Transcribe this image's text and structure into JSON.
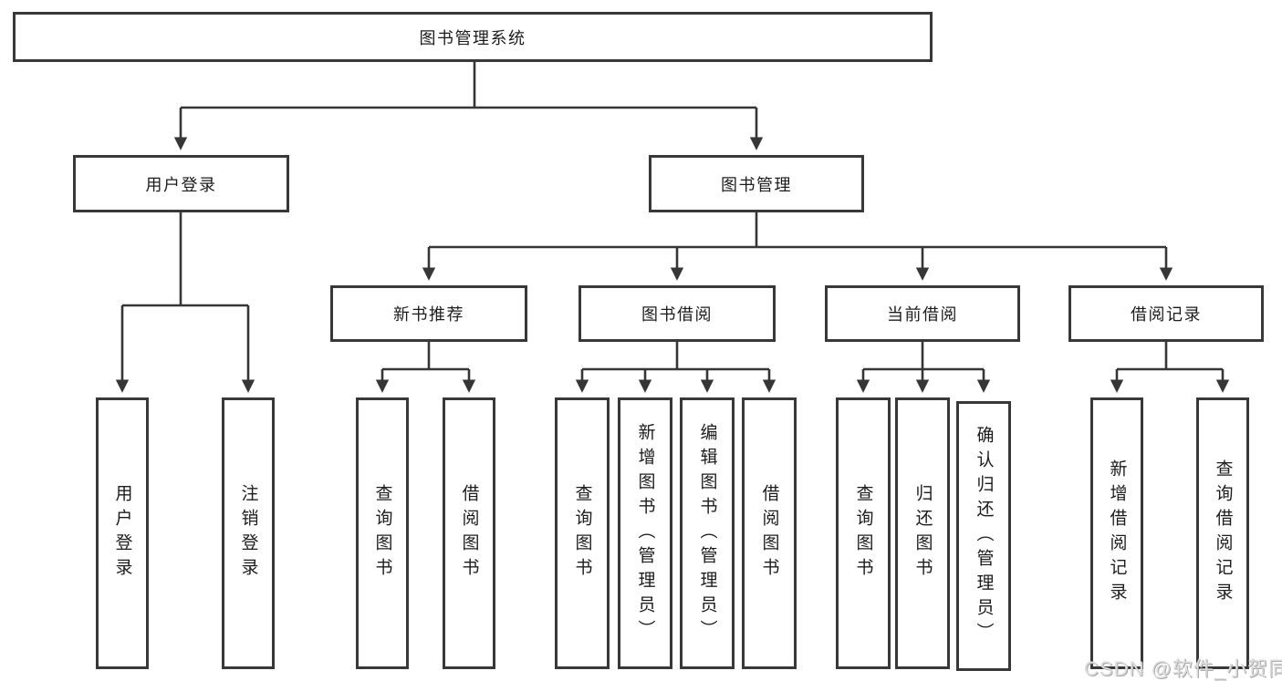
{
  "nodes": {
    "root": "图书管理系统",
    "user_login": "用户登录",
    "book_mgmt": "图书管理",
    "new_book_rec": "新书推荐",
    "book_borrow": "图书借阅",
    "current_borrow": "当前借阅",
    "borrow_record": "借阅记录",
    "leaf_user_login": "用户登录",
    "leaf_logout": "注销登录",
    "rec_query_book": "查询图书",
    "rec_borrow_book": "借阅图书",
    "bb_query_book": "查询图书",
    "bb_add_book": "新增图书（管理员）",
    "bb_edit_book": "编辑图书（管理员）",
    "bb_borrow_book": "借阅图书",
    "cb_query_book": "查询图书",
    "cb_return_book": "归还图书",
    "cb_confirm_return": "确认归还（管理员）",
    "br_add_record": "新增借阅记录",
    "br_query_record": "查询借阅记录"
  },
  "hierarchy": {
    "图书管理系统": {
      "用户登录": [
        "用户登录",
        "注销登录"
      ],
      "图书管理": {
        "新书推荐": [
          "查询图书",
          "借阅图书"
        ],
        "图书借阅": [
          "查询图书",
          "新增图书（管理员）",
          "编辑图书（管理员）",
          "借阅图书"
        ],
        "当前借阅": [
          "查询图书",
          "归还图书",
          "确认归还（管理员）"
        ],
        "借阅记录": [
          "新增借阅记录",
          "查询借阅记录"
        ]
      }
    }
  },
  "colors": {
    "line": "#363636",
    "border": "#383838",
    "background": "#ffffff",
    "text": "#1c1c1c",
    "watermark_text": "#dcdcdc"
  },
  "watermark": "CSDN @软件_小贺同学"
}
